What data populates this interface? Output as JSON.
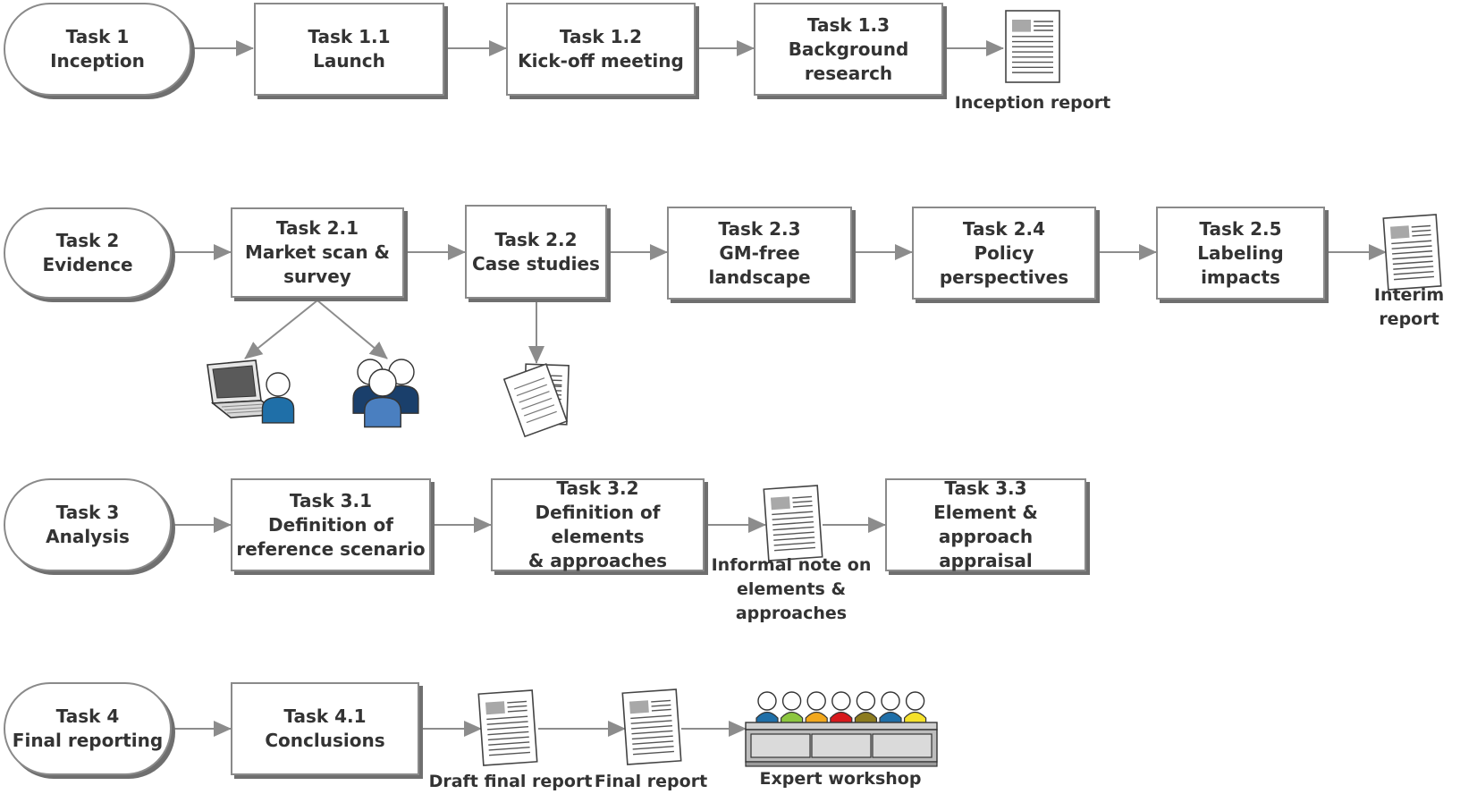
{
  "rows": [
    {
      "phase": {
        "title": "Task 1",
        "subtitle": "Inception"
      },
      "tasks": [
        {
          "title": "Task 1.1",
          "desc": "Launch"
        },
        {
          "title": "Task 1.2",
          "desc": "Kick-off meeting"
        },
        {
          "title": "Task 1.3",
          "desc": "Background\nresearch"
        }
      ],
      "output": "Inception report"
    },
    {
      "phase": {
        "title": "Task 2",
        "subtitle": "Evidence"
      },
      "tasks": [
        {
          "title": "Task 2.1",
          "desc": "Market scan &\nsurvey"
        },
        {
          "title": "Task 2.2",
          "desc": "Case studies"
        },
        {
          "title": "Task 2.3",
          "desc": "GM-free landscape"
        },
        {
          "title": "Task 2.4",
          "desc": "Policy perspectives"
        },
        {
          "title": "Task 2.5",
          "desc": "Labeling impacts"
        }
      ],
      "output": "Interim report"
    },
    {
      "phase": {
        "title": "Task 3",
        "subtitle": "Analysis"
      },
      "tasks": [
        {
          "title": "Task 3.1",
          "desc": "Definition of\nreference scenario"
        },
        {
          "title": "Task 3.2",
          "desc": "Definition of elements\n& approaches"
        },
        {
          "title": "Task 3.3",
          "desc": "Element & approach\nappraisal"
        }
      ],
      "output": "Informal note on\nelements & approaches"
    },
    {
      "phase": {
        "title": "Task 4",
        "subtitle": "Final reporting"
      },
      "tasks": [
        {
          "title": "Task 4.1",
          "desc": "Conclusions"
        }
      ],
      "outputs": [
        "Draft final report",
        "Final report",
        "Expert workshop"
      ]
    }
  ],
  "icons": {
    "document": "document-icon",
    "documents": "document-stack-icon",
    "survey_online": "laptop-user-icon",
    "survey_group": "people-group-icon",
    "workshop": "expert-panel-icon"
  },
  "colors": {
    "border": "#8a8a8a",
    "shadow": "#6f6f6f",
    "arrow": "#8c8c8c",
    "text": "#333333",
    "user_blue": "#1f6fa8",
    "panel": [
      "#1f6fa8",
      "#8cc63f",
      "#f2a81d",
      "#d7191c",
      "#8c7b1e",
      "#1f6fa8",
      "#f5e12b"
    ]
  }
}
